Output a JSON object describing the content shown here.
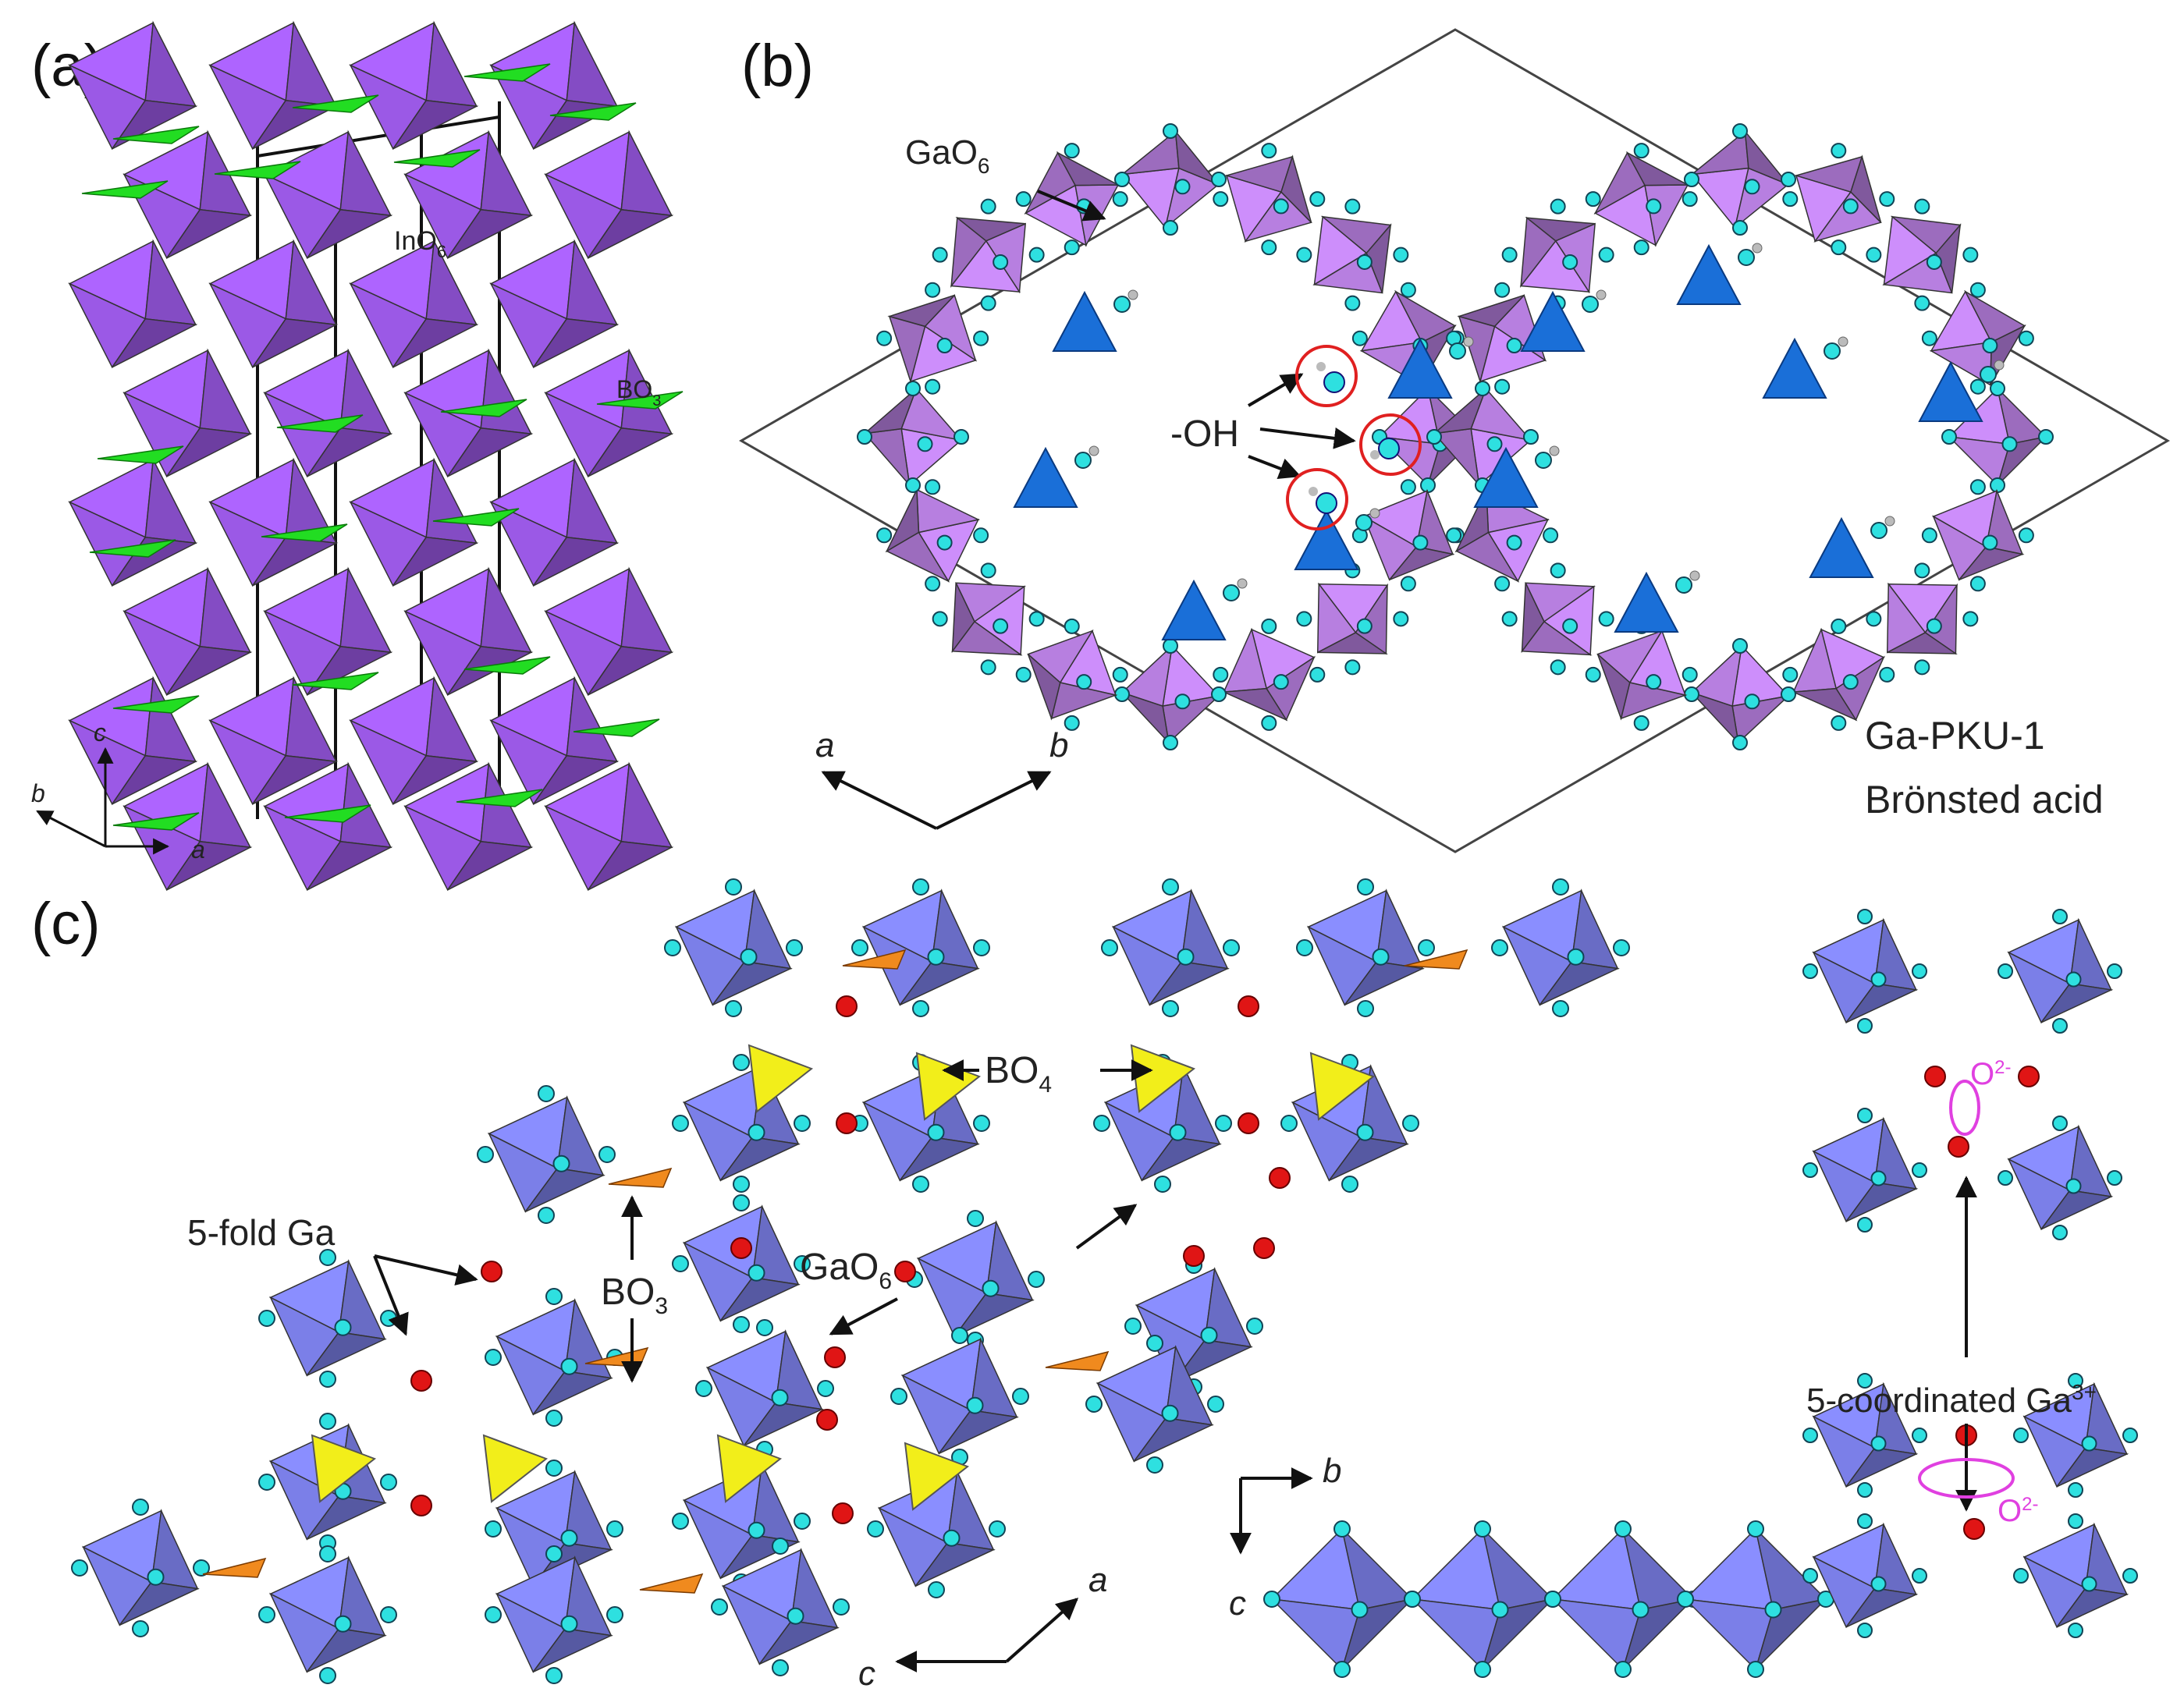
{
  "panels": {
    "a": {
      "label": "(a)",
      "inO6": "InO",
      "inO6_sub": "6",
      "bO3": "BO",
      "bO3_sub": "3",
      "axis_c": "c",
      "axis_b": "b",
      "axis_a": "a"
    },
    "b": {
      "label": "(b)",
      "gaO6": "GaO",
      "gaO6_sub": "6",
      "oh": "-OH",
      "axis_a": "a",
      "axis_b": "b",
      "caption1": "Ga-PKU-1",
      "caption2": "Brönsted acid"
    },
    "c": {
      "label": "(c)",
      "bO4": "BO",
      "bO4_sub": "4",
      "bO3": "BO",
      "bO3_sub": "3",
      "gaO6": "GaO",
      "gaO6_sub": "6",
      "fivefold": "5-fold Ga",
      "coordinated": "5-coordinated Ga",
      "coordinated_sup": "3+",
      "o2_top": "O",
      "o2_top_sup": "2-",
      "o2_bottom": "O",
      "o2_bottom_sup": "2-",
      "axis_a": "a",
      "axis_c": "c",
      "axis_b2": "b",
      "axis_c2": "c"
    }
  },
  "colors": {
    "inO6": "#9b59e6",
    "gaO6_b": "#b77fe0",
    "gaO6_c": "#7b7fe8",
    "bo3_green": "#22dd22",
    "tetra_blue": "#1a6fd8",
    "bo4_yellow": "#f2ee1a",
    "bo3_orange": "#f08a1e",
    "oxygen": "#2ee0e0",
    "ga5": "#e01515",
    "ring": "#e02020",
    "o2_magenta": "#e040e0"
  }
}
